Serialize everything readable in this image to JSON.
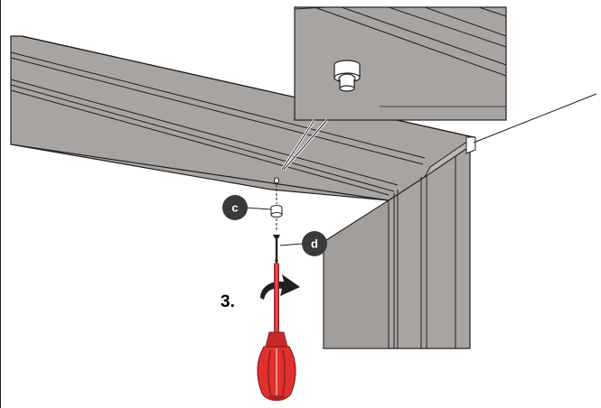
{
  "step": {
    "number_label": "3."
  },
  "callouts": [
    {
      "id": "c",
      "label": "c"
    },
    {
      "id": "d",
      "label": "d"
    }
  ],
  "colors": {
    "frame_fill": "#a7a4a2",
    "frame_light": "#bdbab8",
    "frame_dark": "#8e8b89",
    "outline": "#231f20",
    "callout_fill": "#3a3a3a",
    "screwdriver_red": "#e0312f",
    "screwdriver_dark": "#9a1d1d"
  }
}
